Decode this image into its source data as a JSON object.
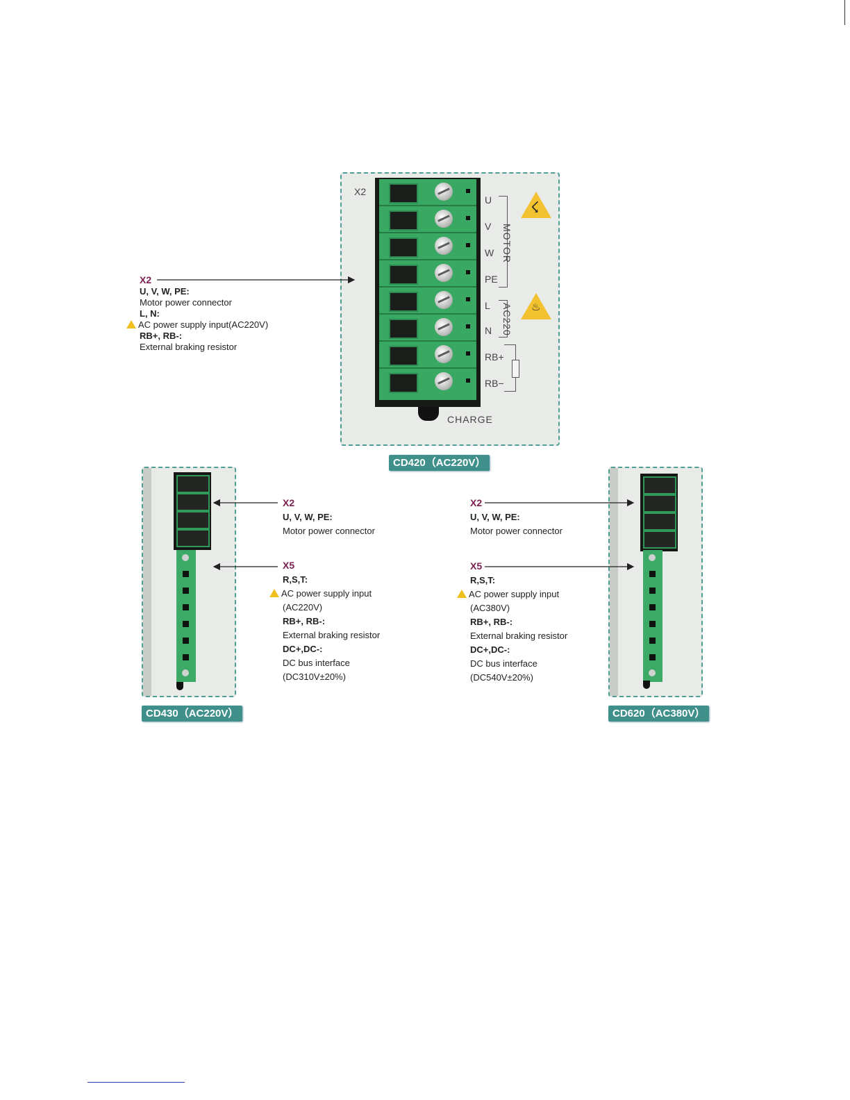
{
  "cd420": {
    "model_label": "CD420（AC220V）",
    "panel_connector_label": "X2",
    "pins": [
      "U",
      "V",
      "W",
      "PE",
      "L",
      "N",
      "RB+",
      "RB−"
    ],
    "group_motor": "MOTOR",
    "group_ac": "AC220",
    "charge": "CHARGE",
    "annotation": {
      "head": "X2",
      "l1_bold": "U, V, W, PE:",
      "l1": "Motor power connector",
      "l2_bold": "L, N:",
      "l2": "AC power supply input(AC220V)",
      "l3_bold": "RB+, RB-:",
      "l3": "External braking resistor"
    }
  },
  "cd430": {
    "model_label": "CD430（AC220V）",
    "x2": {
      "head": "X2",
      "bold": "U, V, W, PE:",
      "text": "Motor power connector"
    },
    "x5": {
      "head": "X5",
      "l1_bold": "R,S,T:",
      "l1": "AC power supply input",
      "l1b": "(AC220V)",
      "l2_bold": "RB+, RB-:",
      "l2": "External braking resistor",
      "l3_bold": "DC+,DC-:",
      "l3": "DC bus interface",
      "l3b": "(DC310V±20%)"
    }
  },
  "cd620": {
    "model_label": "CD620（AC380V）",
    "x2": {
      "head": "X2",
      "bold": "U, V, W, PE:",
      "text": "Motor power connector"
    },
    "x5": {
      "head": "X5",
      "l1_bold": "R,S,T:",
      "l1": "AC power supply input",
      "l1b": "(AC380V)",
      "l2_bold": "RB+, RB-:",
      "l2": "External braking resistor",
      "l3_bold": "DC+,DC-:",
      "l3": "DC bus interface",
      "l3b": "(DC540V±20%)"
    }
  },
  "icons": [
    "high-voltage-warning-icon",
    "hot-surface-warning-icon",
    "caution-icon",
    "resistor-icon"
  ],
  "colors": {
    "panel_border": "#4e9e95",
    "label_bg": "#3f8f8b",
    "terminal_green": "#39a863",
    "heading": "#7a1f4e",
    "warning": "#f2c230"
  }
}
